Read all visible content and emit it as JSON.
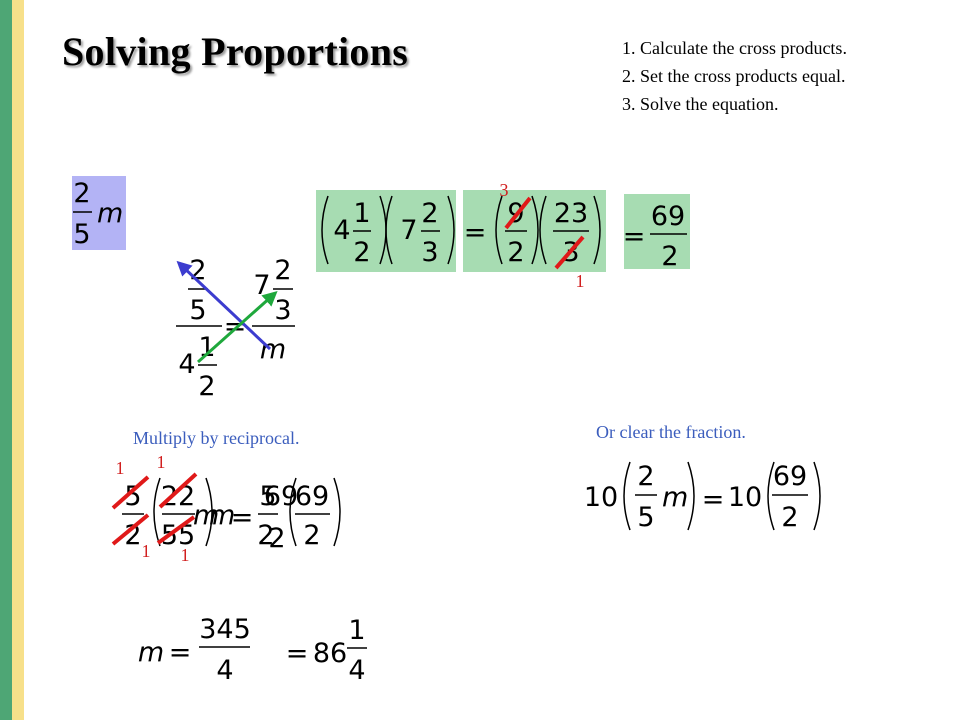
{
  "title": "Solving Proportions",
  "steps": [
    "1.  Calculate the cross products.",
    "2.  Set the cross products equal.",
    "3.  Solve the equation."
  ],
  "colors": {
    "left_bar_green": "#4ea675",
    "left_bar_yellow": "#f7e08a",
    "box_lavender": "#b3b3f5",
    "box_green": "#a7dcb2",
    "cross_out_red": "#e01919",
    "red_digit": "#d11f1f",
    "arrow_blue": "#3c3ccf",
    "arrow_green": "#1fa83c",
    "caption_blue": "#3b5dbd"
  },
  "captions": {
    "reciprocal": "Multiply by reciprocal.",
    "clear": "Or clear the fraction."
  },
  "math": {
    "top_left": {
      "num": "2",
      "den": "5",
      "var": "m"
    },
    "setup": {
      "a_num": "2",
      "a_den": "5",
      "b_whole": "4",
      "b_num": "1",
      "b_den": "2",
      "c_whole": "7",
      "c_num": "2",
      "c_den": "3",
      "var": "m",
      "eq": "="
    },
    "cross": {
      "f1_whole": "4",
      "f1_num": "1",
      "f1_den": "2",
      "f2_whole": "7",
      "f2_num": "2",
      "f2_den": "3",
      "eq": "=",
      "g1_num": "9",
      "g1_den": "2",
      "g2_num": "23",
      "g2_den": "3",
      "result_num": "69",
      "result_den": "2",
      "cancel_top": "3",
      "cancel_bottom": "1"
    },
    "reciprocal": {
      "f1_num": "5",
      "f1_den": "2",
      "f2_num": "22",
      "f2_den": "55",
      "var1": "m",
      "var2": "m",
      "eq": "=",
      "g_num": "5",
      "g_den": "2",
      "h_num": "69",
      "h_den": "2",
      "i_num": "69",
      "i_den": "2",
      "ones": [
        "1",
        "1",
        "1",
        "1"
      ]
    },
    "clear": {
      "coef": "10",
      "num": "2",
      "den": "5",
      "var": "m",
      "eq": "=",
      "coef2": "10",
      "num2": "69",
      "den2": "2"
    },
    "result": {
      "var": "m",
      "eq": "=",
      "num": "345",
      "den": "4",
      "eq2": "=",
      "whole": "86",
      "frac_num": "1",
      "frac_den": "4"
    }
  }
}
